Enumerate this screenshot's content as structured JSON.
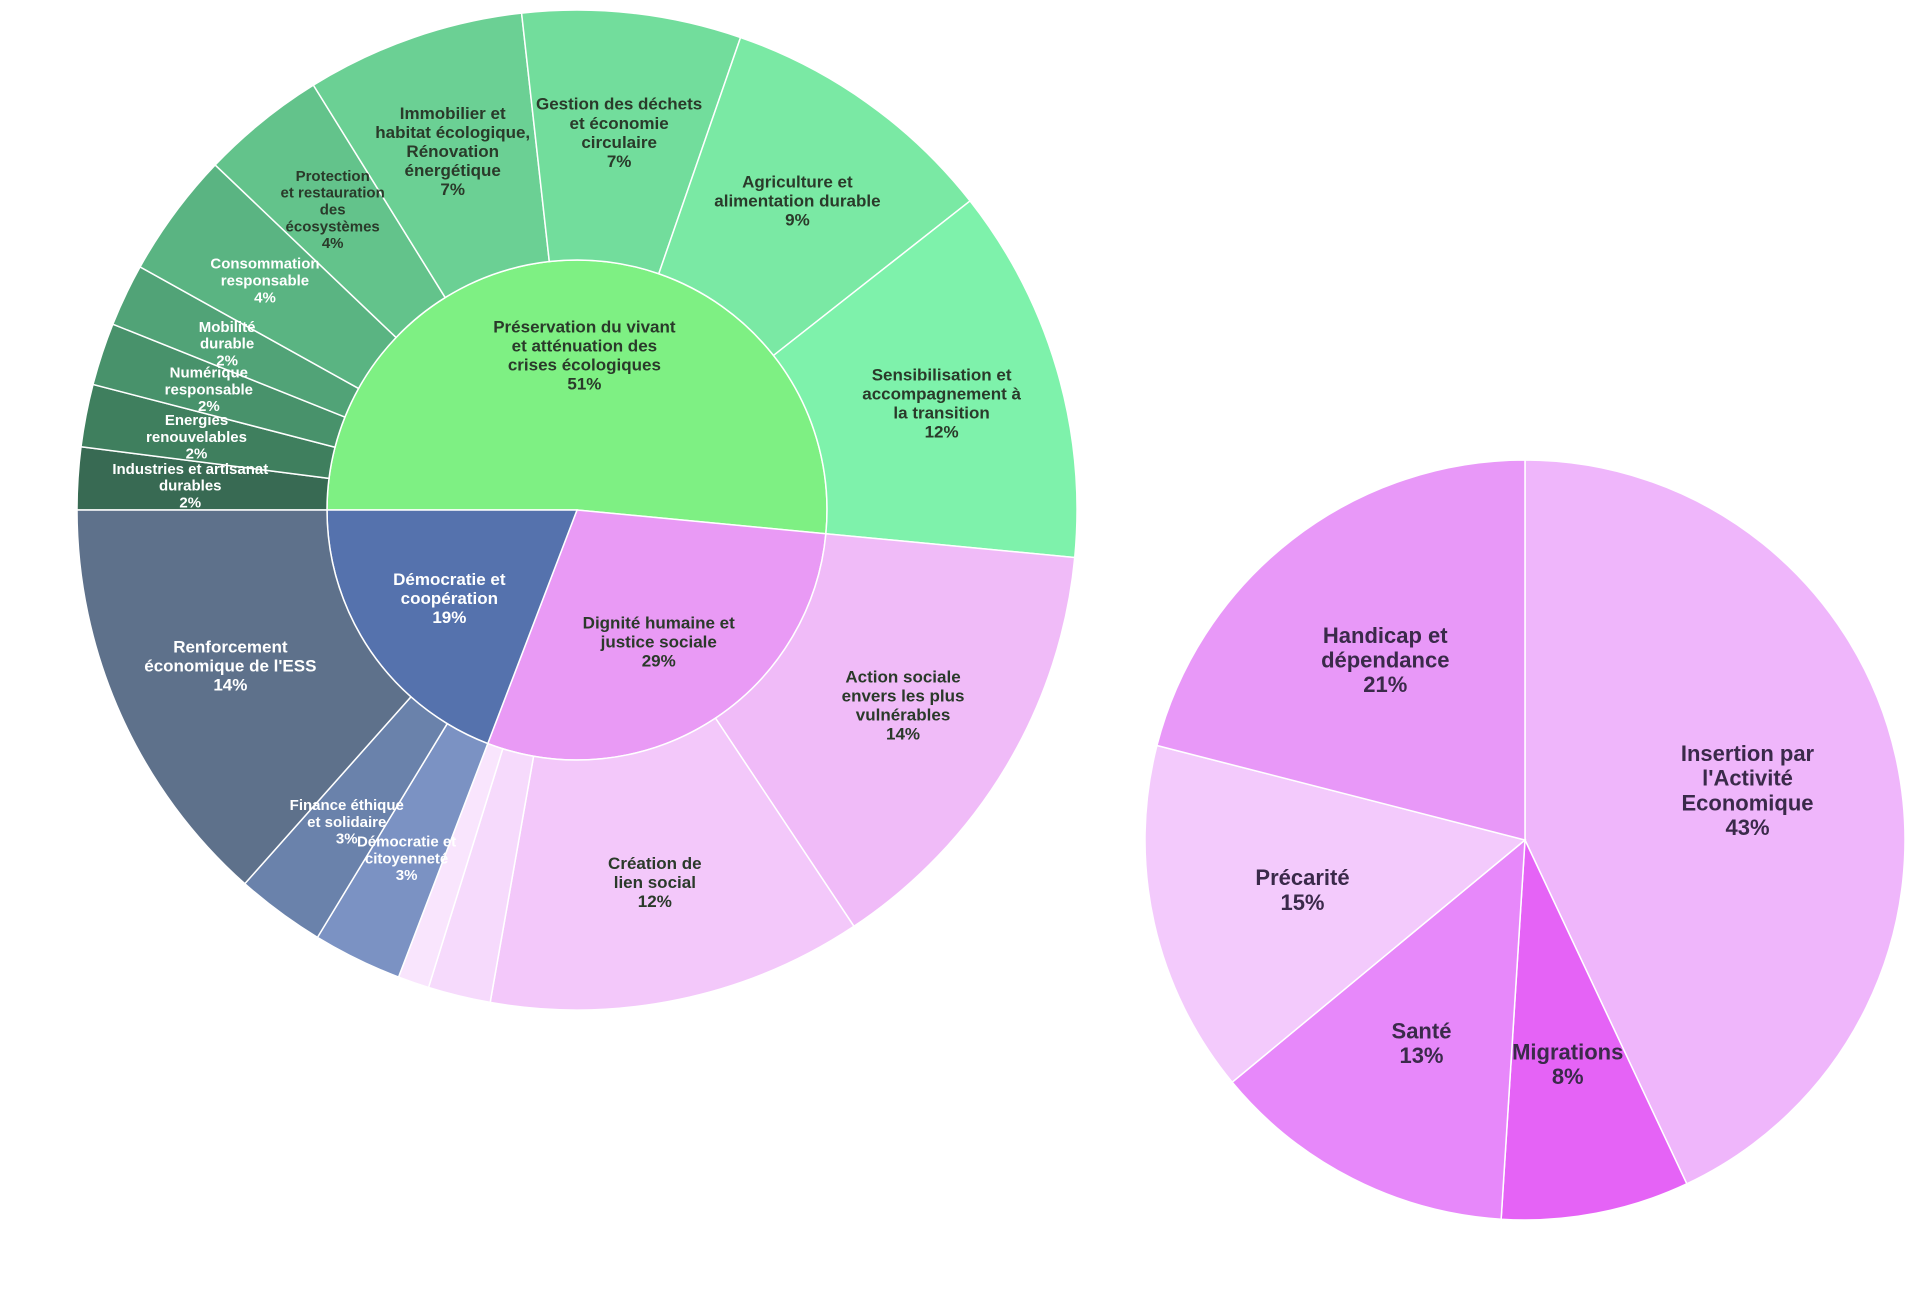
{
  "chart_data": [
    {
      "type": "sunburst",
      "categories": [
        {
          "label": [
            "Préservation du vivant",
            "et atténuation des",
            "crises écologiques"
          ],
          "value": 51,
          "value_label": "51%",
          "color": "#7ef083",
          "children": [
            {
              "label": [
                "Sensibilisation et",
                "accompagnement à",
                "la transition"
              ],
              "value": 12,
              "value_label": "12%",
              "color": "#7ef2ab"
            },
            {
              "label": [
                "Agriculture et",
                "alimentation durable"
              ],
              "value": 9,
              "value_label": "9%",
              "color": "#7ae9a4"
            },
            {
              "label": [
                "Gestion des déchets",
                "et économie",
                "circulaire"
              ],
              "value": 7,
              "value_label": "7%",
              "color": "#72dd9c"
            },
            {
              "label": [
                "Immobilier et",
                "habitat écologique,",
                "Rénovation",
                "énergétique"
              ],
              "value": 7,
              "value_label": "7%",
              "color": "#6bd094"
            },
            {
              "label": [
                "Protection",
                "et restauration",
                "des",
                "écosystèmes"
              ],
              "value": 4,
              "value_label": "4%",
              "color": "#63c38b"
            },
            {
              "label": [
                "Consommation",
                "responsable"
              ],
              "value": 4,
              "value_label": "4%",
              "color": "#5ab482"
            },
            {
              "label": [
                "Mobilité",
                "durable"
              ],
              "value": 2,
              "value_label": "2%",
              "color": "#51a377"
            },
            {
              "label": [
                "Numérique",
                "responsable"
              ],
              "value": 2,
              "value_label": "2%",
              "color": "#48926b"
            },
            {
              "label": [
                "Energies",
                "renouvelables"
              ],
              "value": 2,
              "value_label": "2%",
              "color": "#3f7f5e"
            },
            {
              "label": [
                "Industries et artisanat",
                "durables"
              ],
              "value": 2,
              "value_label": "2%",
              "color": "#386a53"
            }
          ]
        },
        {
          "label": [
            "Dignité humaine et",
            "justice sociale"
          ],
          "value": 29,
          "value_label": "29%",
          "color": "#e99af5",
          "children": [
            {
              "label": [
                "Action sociale",
                "envers les plus",
                "vulnérables"
              ],
              "value": 14,
              "value_label": "14%",
              "color": "#f0bbf8"
            },
            {
              "label": [
                "Création de",
                "lien social"
              ],
              "value": 12,
              "value_label": "12%",
              "color": "#f3c8fa"
            },
            {
              "label": [],
              "value": 2,
              "value_label": "",
              "color": "#f6dafc"
            },
            {
              "label": [],
              "value": 1,
              "value_label": "",
              "color": "#f9e5fd"
            }
          ]
        },
        {
          "label": [
            "Démocratie et",
            "coopération"
          ],
          "value": 19,
          "value_label": "19%",
          "color": "#5572ad",
          "children": [
            {
              "label": [
                "Renforcement",
                "économique de l'ESS"
              ],
              "value": 14,
              "value_label": "14%",
              "color": "#5e718b"
            },
            {
              "label": [
                "Finance éthique",
                "et solidaire"
              ],
              "value": 3,
              "value_label": "3%",
              "color": "#6a82ab"
            },
            {
              "label": [
                "Démocratie et",
                "citoyenneté"
              ],
              "value": 3,
              "value_label": "3%",
              "color": "#7b92c3"
            }
          ]
        }
      ]
    },
    {
      "type": "pie",
      "slices": [
        {
          "label": [
            "Insertion par",
            "l'Activité",
            "Economique"
          ],
          "value": 43,
          "value_label": "43%",
          "color": "#efb6fb"
        },
        {
          "label": [
            "Migrations"
          ],
          "value": 8,
          "value_label": "8%",
          "color": "#e563f6"
        },
        {
          "label": [
            "Santé"
          ],
          "value": 13,
          "value_label": "13%",
          "color": "#e788fa"
        },
        {
          "label": [
            "Précarité"
          ],
          "value": 15,
          "value_label": "15%",
          "color": "#f3cafc"
        },
        {
          "label": [
            "Handicap et",
            "dépendance"
          ],
          "value": 21,
          "value_label": "21%",
          "color": "#e898f8"
        }
      ]
    }
  ]
}
